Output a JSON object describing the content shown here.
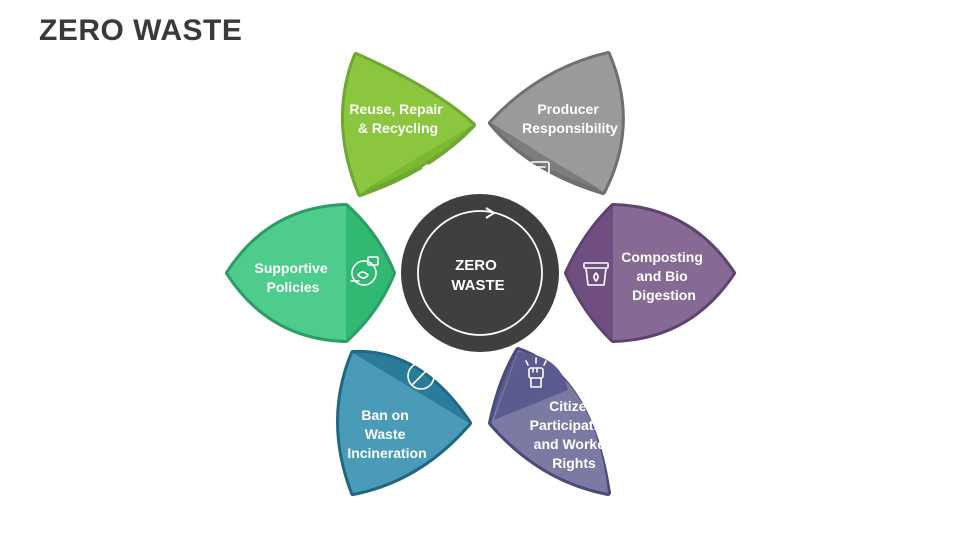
{
  "title": "ZERO WASTE",
  "center": {
    "line1": "ZERO",
    "line2": "WASTE",
    "color": "#3f3f3f"
  },
  "petals": [
    {
      "id": "reuse",
      "lines": [
        "Reuse, Repair",
        "& Recycling"
      ],
      "color": "#8cc63f",
      "icon": "recycle-icon"
    },
    {
      "id": "producer",
      "lines": [
        "Producer",
        "Responsibility"
      ],
      "color": "#8c8c8c",
      "icon": "document-icon"
    },
    {
      "id": "composting",
      "lines": [
        "Composting",
        "and Bio",
        "Digestion"
      ],
      "color": "#7a5c88",
      "icon": "compost-bin-icon"
    },
    {
      "id": "citizen",
      "lines": [
        "Citizen",
        "Participation",
        "and Worker",
        "Rights"
      ],
      "color": "#5b5b8f",
      "icon": "raised-fist-icon"
    },
    {
      "id": "ban",
      "lines": [
        "Ban on",
        "Waste",
        "Incineration"
      ],
      "color": "#2a7d9a",
      "icon": "prohibited-icon"
    },
    {
      "id": "supportive",
      "lines": [
        "Supportive",
        "Policies"
      ],
      "color": "#3cbf7e",
      "icon": "policy-icon"
    }
  ]
}
